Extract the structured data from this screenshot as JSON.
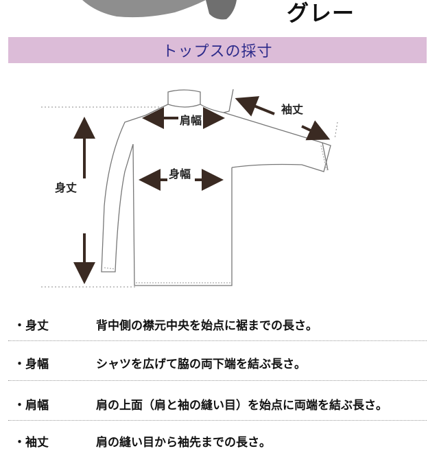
{
  "product": {
    "color_label": "グレー"
  },
  "banner": {
    "title": "トップスの採寸"
  },
  "diagram": {
    "shoulder_width": "肩幅",
    "sleeve_length": "袖丈",
    "body_width": "身幅",
    "body_length": "身丈"
  },
  "measurements": [
    {
      "term": "・身丈",
      "desc": "背中側の襟元中央を始点に裾までの長さ。"
    },
    {
      "term": "・身幅",
      "desc": "シャツを広げて脇の両下端を結ぶ長さ。"
    },
    {
      "term": "・肩幅",
      "desc": "肩の上面（肩と袖の縫い目）を始点に両端を結ぶ長さ。"
    },
    {
      "term": "・袖丈",
      "desc": "肩の縫い目から袖先までの長さ。"
    }
  ],
  "colors": {
    "banner_bg": "#dcbcd8",
    "banner_text": "#2c2a8a",
    "arrow": "#3a2a22"
  }
}
